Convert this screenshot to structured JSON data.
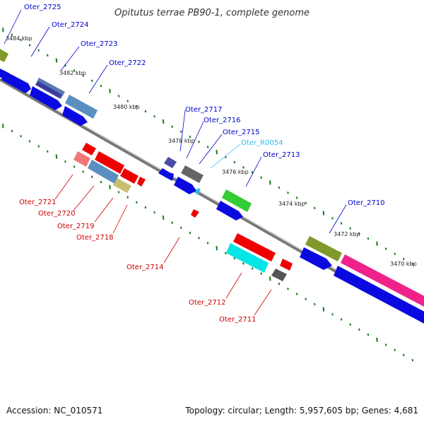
{
  "title": "Opitutus terrae PB90-1, complete genome",
  "footer": {
    "accession": "Accession: NC_010571",
    "summary": "Topology: circular; Length: 5,957,605 bp; Genes: 4,681"
  },
  "colors": {
    "forward_label": "#0000cc",
    "reverse_label": "#cc0000",
    "rna_label": "#33bbee",
    "backbone": "#888888",
    "tick": "#1a7a1a"
  },
  "scale_labels": [
    "3484 kbp",
    "3482 kbp",
    "3480 kbp",
    "3478 kbp",
    "3476 kbp",
    "3474 kbp",
    "3472 kbp",
    "3470 kbp"
  ],
  "genes": [
    {
      "name": "Oter_2725",
      "strand": "forward"
    },
    {
      "name": "Oter_2724",
      "strand": "forward"
    },
    {
      "name": "Oter_2723",
      "strand": "forward"
    },
    {
      "name": "Oter_2722",
      "strand": "forward"
    },
    {
      "name": "Oter_2721",
      "strand": "reverse"
    },
    {
      "name": "Oter_2720",
      "strand": "reverse"
    },
    {
      "name": "Oter_2719",
      "strand": "reverse"
    },
    {
      "name": "Oter_2718",
      "strand": "reverse"
    },
    {
      "name": "Oter_2717",
      "strand": "forward"
    },
    {
      "name": "Oter_2716",
      "strand": "forward"
    },
    {
      "name": "Oter_2715",
      "strand": "forward"
    },
    {
      "name": "Oter_R0054",
      "strand": "rna"
    },
    {
      "name": "Oter_2714",
      "strand": "reverse"
    },
    {
      "name": "Oter_2713",
      "strand": "forward"
    },
    {
      "name": "Oter_2712",
      "strand": "reverse"
    },
    {
      "name": "Oter_2711",
      "strand": "reverse"
    },
    {
      "name": "Oter_2710",
      "strand": "forward"
    }
  ]
}
